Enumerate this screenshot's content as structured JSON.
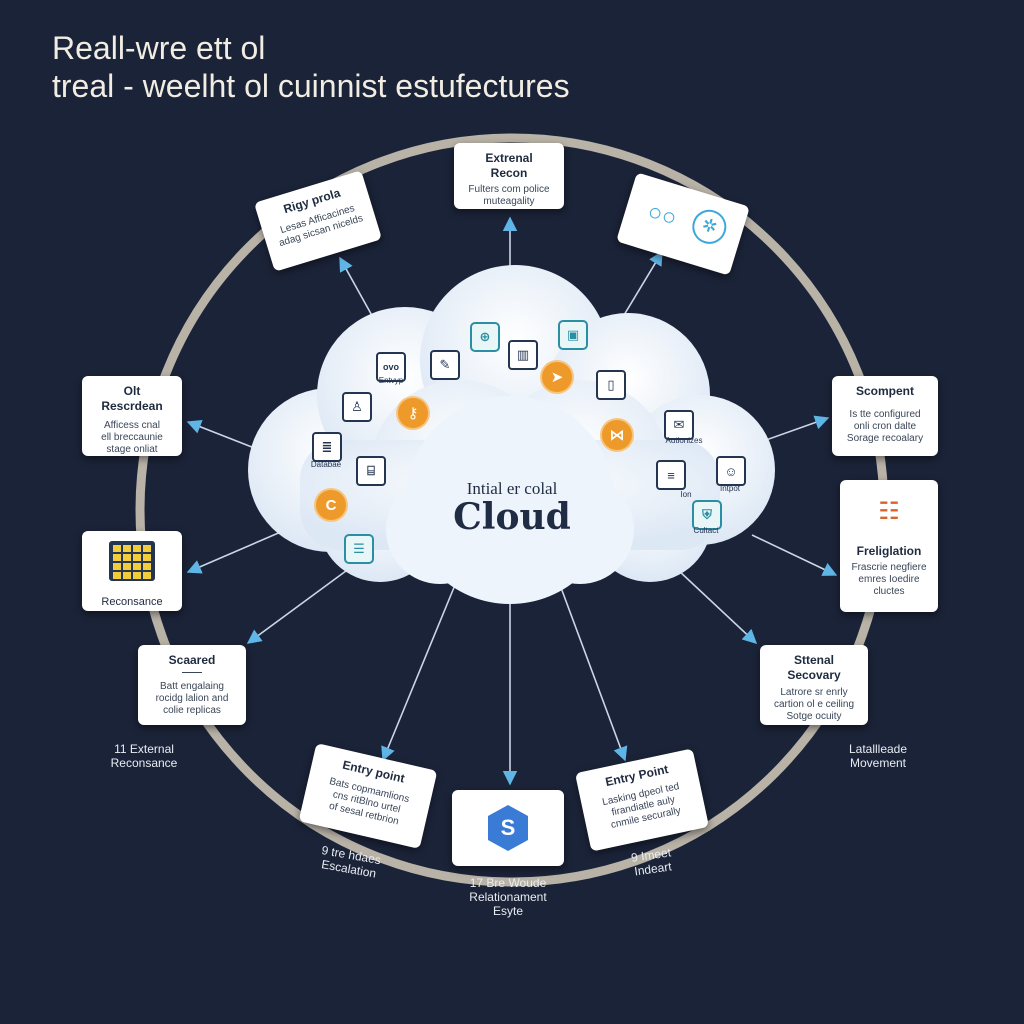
{
  "title": {
    "line1": "Reall-wre ett ol",
    "line2": "treal - weelht ol cuinnist estufectures"
  },
  "center": {
    "subtitle": "Intial er colal",
    "title": "Cloud"
  },
  "cloud_icons": [
    {
      "name": "ovo-icon",
      "label": "Entvyp",
      "glyph": "ovo"
    },
    {
      "name": "document-edit-icon",
      "label": "",
      "glyph": "✎"
    },
    {
      "name": "globe-icon",
      "label": "",
      "glyph": "⊕"
    },
    {
      "name": "bar-chart-icon",
      "label": "",
      "glyph": "▥"
    },
    {
      "name": "monitor-icon",
      "label": "",
      "glyph": "▣"
    },
    {
      "name": "user-icon",
      "label": "",
      "glyph": "♙"
    },
    {
      "name": "key-icon",
      "label": "",
      "glyph": "⚷"
    },
    {
      "name": "rocket-icon",
      "label": "",
      "glyph": "➤"
    },
    {
      "name": "file-icon",
      "label": "",
      "glyph": "▯"
    },
    {
      "name": "database-icon",
      "label": "Databae",
      "glyph": "≣"
    },
    {
      "name": "container-icon",
      "label": "",
      "glyph": "⌸"
    },
    {
      "name": "share-icon",
      "label": "",
      "glyph": "⋈"
    },
    {
      "name": "mail-icon",
      "label": "Autionizes",
      "glyph": "✉"
    },
    {
      "name": "code-icon",
      "label": "",
      "glyph": "C"
    },
    {
      "name": "list-icon",
      "label": "",
      "glyph": "☰"
    },
    {
      "name": "avatar-icon",
      "label": "Intpot",
      "glyph": "☺"
    },
    {
      "name": "notes-icon",
      "label": "Ion",
      "glyph": "≡"
    },
    {
      "name": "shield-icon",
      "label": "Cultact",
      "glyph": "⛨"
    }
  ],
  "cards": [
    {
      "id": "top",
      "title": "Extrenal\nRecon",
      "body": "Fulters com police\nmuteagality"
    },
    {
      "id": "upper-left",
      "title": "Rigy prola",
      "body": "Lesas Afficacines\nadag sicsan nicelds"
    },
    {
      "id": "upper-right",
      "title": "",
      "body": ""
    },
    {
      "id": "left-1",
      "title": "Olt\nRescrdean",
      "body": "Afficess cnal\nell breccaunie\nstage onliat"
    },
    {
      "id": "left-2",
      "title": "Reconsance",
      "body": ""
    },
    {
      "id": "left-3",
      "title": "Scaared",
      "body": "Batt engalaing\nrocidg lalion and\ncolie replicas"
    },
    {
      "id": "right-1",
      "title": "Scompent",
      "body": "Is tte configured\nonli cron dalte\nSorage recoalary"
    },
    {
      "id": "right-2",
      "title": "Freliglation",
      "body": "Frascrie negfiere\nemres Ioedire\ncluctes"
    },
    {
      "id": "right-3",
      "title": "Sttenal\nSecovary",
      "body": "Latrore sr enrly\ncartion ol e ceiling\nSotge ocuity"
    },
    {
      "id": "bottom-left",
      "title": "Entry point",
      "body": "Bats copmamlions\ncns ritBlno urtel\nof sesal retbrion"
    },
    {
      "id": "bottom",
      "title": "S",
      "body": ""
    },
    {
      "id": "bottom-right",
      "title": "Entry Point",
      "body": "Lasking dpeol ted\nfirandiatle auly\ncnmile securally"
    }
  ],
  "outside_labels": {
    "external_reconsance": "11 External\nReconsance",
    "lateral_movement": "Latallleade\nMovement",
    "escalation": "9 tre hdaes\nEscalation",
    "relationament": "17 Bre Woude\nRelationament\nEsyte",
    "impact": "9 Imeet\nIndeart"
  },
  "colors": {
    "background": "#1b2338",
    "ring": "#b8b2a7",
    "arrow": "#c9d6e8",
    "arrowhead": "#5fb6e6",
    "accent_orange": "#ee9a2b",
    "hex_blue": "#3a7bd5"
  }
}
